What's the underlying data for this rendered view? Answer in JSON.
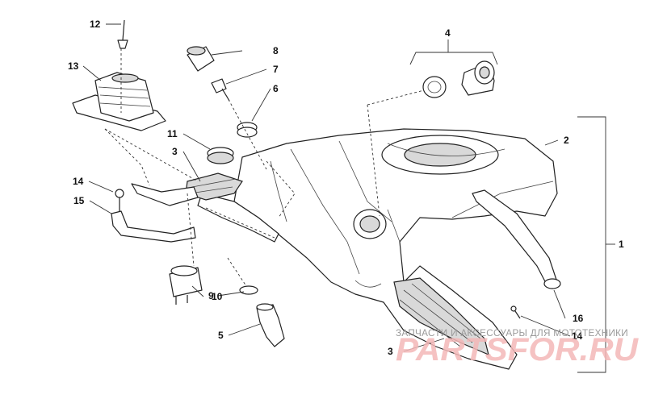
{
  "callouts": {
    "c1": "1",
    "c2": "2",
    "c3a": "3",
    "c3b": "3",
    "c4": "4",
    "c5": "5",
    "c6": "6",
    "c7": "7",
    "c8": "8",
    "c9": "9",
    "c10": "10",
    "c11": "11",
    "c12": "12",
    "c13": "13",
    "c14a": "14",
    "c14b": "14",
    "c15": "15",
    "c16": "16"
  },
  "watermark": {
    "caption": "ЗАПЧАСТИ И АКСЕССУАРЫ ДЛЯ МОТОТЕХНИКИ",
    "logo": "PARTSFOR.RU"
  }
}
